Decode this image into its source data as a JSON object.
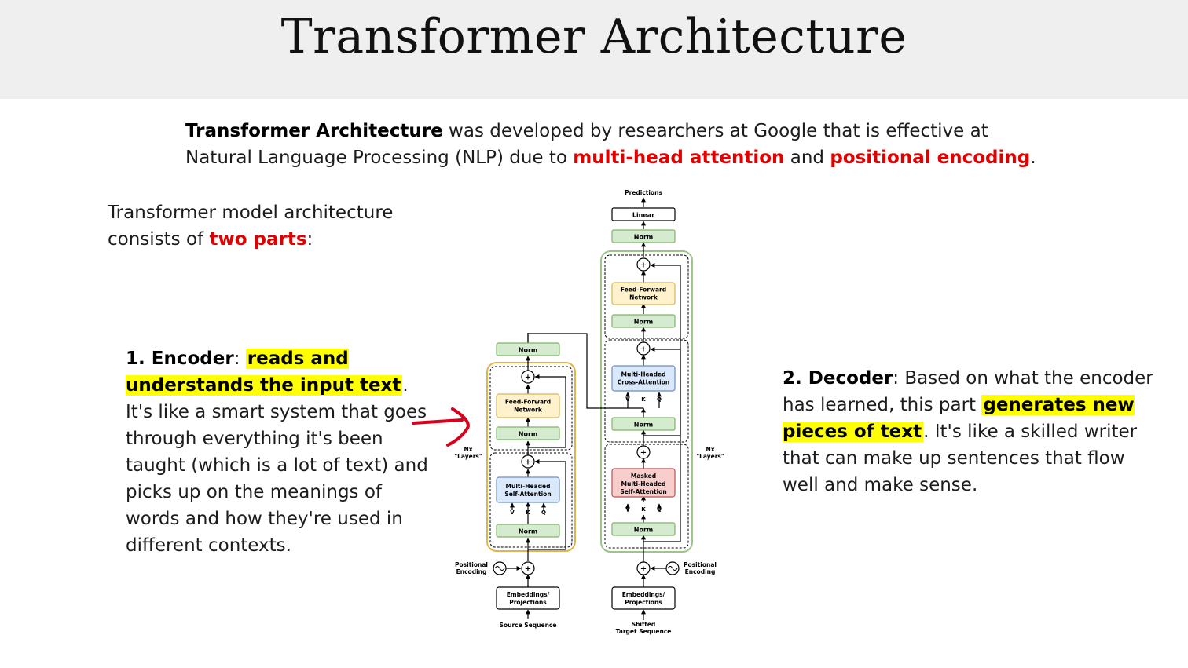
{
  "title": "Transformer Architecture",
  "intro": {
    "bold": "Transformer Architecture",
    "t1": " was developed by researchers at Google that is effective at Natural Language Processing (NLP) due to ",
    "red1": "multi-head attention",
    "t2": " and ",
    "red2": "positional encoding",
    "t3": "."
  },
  "parts": {
    "t1": "Transformer model architecture consists of ",
    "red": "two parts",
    "t2": ":"
  },
  "encoder": {
    "label": "1. Encoder",
    "colon": ": ",
    "highlight": "reads and understands the input text",
    "rest": ". It's like a smart system that goes through everything it's been taught (which is a lot of text) and picks up on the meanings of words and how they're used in different contexts."
  },
  "decoder": {
    "label": "2. Decoder",
    "t1": ": Based on what the encoder has learned, this part ",
    "highlight": "generates new pieces of text",
    "rest": ". It's like a skilled writer that can make up sentences that flow well and make sense."
  },
  "diagram": {
    "predictions": "Predictions",
    "linear": "Linear",
    "norm": "Norm",
    "plus": "+",
    "ff_line1": "Feed-Forward",
    "ff_line2": "Network",
    "cross_line1": "Multi-Headed",
    "cross_line2": "Cross-Attention",
    "self_line1": "Multi-Headed",
    "self_line2": "Self-Attention",
    "masked_line1": "Masked",
    "masked_line2": "Multi-Headed",
    "masked_line3": "Self-Attention",
    "v": "V",
    "k": "K",
    "q": "Q",
    "nx": "Nx",
    "layers": "\"Layers\"",
    "pos_line1": "Positional",
    "pos_line2": "Encoding",
    "emb_line1": "Embeddings/",
    "emb_line2": "Projections",
    "source": "Source Sequence",
    "shifted_line1": "Shifted",
    "shifted_line2": "Target Sequence"
  },
  "colors": {
    "norm_fill": "#d5ebd0",
    "norm_stroke": "#82b366",
    "ff_fill": "#fff2cc",
    "ff_stroke": "#d6b656",
    "attn_fill": "#dae8fc",
    "attn_stroke": "#6c8ebf",
    "masked_fill": "#f8cecc",
    "masked_stroke": "#b85450",
    "encoder_border": "#e0b44c",
    "decoder_border": "#9cc58a",
    "highlight": "#ffff00",
    "accent_red": "#e00000",
    "arrow_red": "#d8001c"
  }
}
